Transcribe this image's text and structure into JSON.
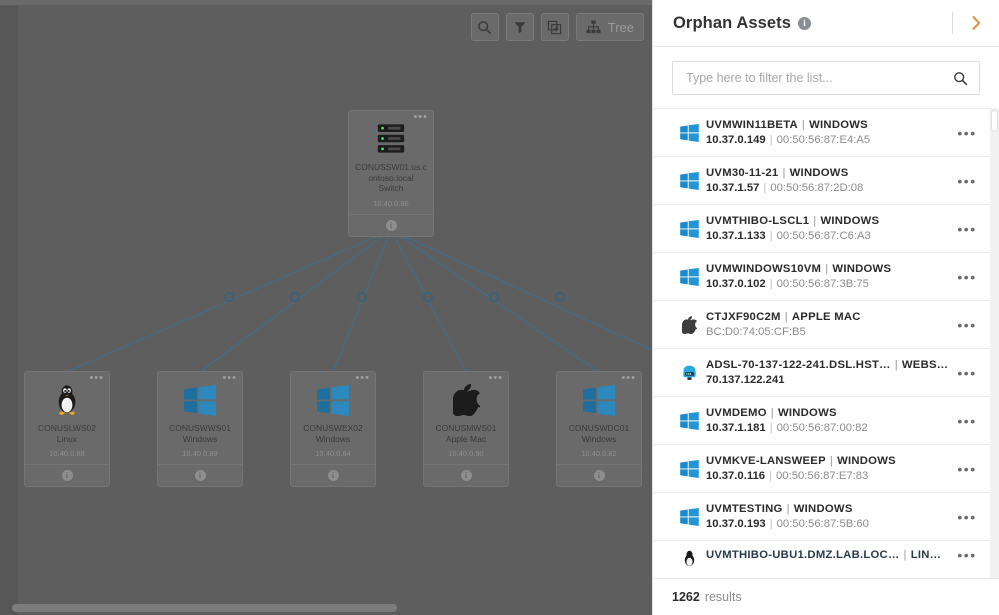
{
  "canvas": {
    "toolbar": [
      {
        "name": "search-icon",
        "label": ""
      },
      {
        "name": "filter-icon",
        "label": ""
      },
      {
        "name": "duplicate-icon",
        "label": ""
      },
      {
        "name": "tree-icon",
        "label": "Tree"
      }
    ],
    "root_node": {
      "name": "CONUSSW01.us.contoso.local",
      "type": "Switch",
      "ip": "10.40.0.86",
      "icon": "switch-icon",
      "menu": "•••",
      "info": "i"
    },
    "child_nodes": [
      {
        "name": "CONUSLWS02",
        "type": "Linux",
        "ip": "10.40.0.88",
        "icon": "linux-penguin-icon",
        "menu": "•••",
        "info": "i"
      },
      {
        "name": "CONUSWWS01",
        "type": "Windows",
        "ip": "10.40.0.89",
        "icon": "windows-icon",
        "menu": "•••",
        "info": "i"
      },
      {
        "name": "CONUSWEX02",
        "type": "Windows",
        "ip": "10.40.0.84",
        "icon": "windows-icon",
        "menu": "•••",
        "info": "i"
      },
      {
        "name": "CONUSMWS01",
        "type": "Apple Mac",
        "ip": "10.40.0.90",
        "icon": "apple-icon",
        "menu": "•••",
        "info": "i"
      },
      {
        "name": "CONUSWDC01",
        "type": "Windows",
        "ip": "10.40.0.82",
        "icon": "windows-icon",
        "menu": "•••",
        "info": "i"
      }
    ],
    "link_color": "#3d6f8e",
    "background_color": "#5e5e5e"
  },
  "panel": {
    "title": "Orphan Assets",
    "info_glyph": "i",
    "collapse_icon": "chevron-right-icon",
    "search": {
      "placeholder": "Type here to filter the list...",
      "value": "",
      "icon": "search-icon"
    },
    "rows": [
      {
        "name": "UVMWIN11BETA",
        "category": "WINDOWS",
        "ip": "10.37.0.149",
        "mac": "00:50:56:87:E4:A5",
        "icon": "windows-icon",
        "menu": "•••"
      },
      {
        "name": "UVM30-11-21",
        "category": "WINDOWS",
        "ip": "10.37.1.57",
        "mac": "00:50:56:87:2D:08",
        "icon": "windows-icon",
        "menu": "•••"
      },
      {
        "name": "UVMTHIBO-LSCL1",
        "category": "WINDOWS",
        "ip": "10.37.1.133",
        "mac": "00:50:56:87:C6:A3",
        "icon": "windows-icon",
        "menu": "•••"
      },
      {
        "name": "UVMWINDOWS10VM",
        "category": "WINDOWS",
        "ip": "10.37.0.102",
        "mac": "00:50:56:87:3B:75",
        "icon": "windows-icon",
        "menu": "•••"
      },
      {
        "name": "CTJXF90C2M",
        "category": "APPLE MAC",
        "ip": "",
        "mac": "BC:D0:74:05:CF:B5",
        "icon": "apple-icon",
        "menu": "•••"
      },
      {
        "name": "ADSL-70-137-122-241.DSL.HST…",
        "category": "WEBS…",
        "ip": "70.137.122.241",
        "mac": "",
        "icon": "webserver-icon",
        "menu": "•••"
      },
      {
        "name": "UVMDEMO",
        "category": "WINDOWS",
        "ip": "10.37.1.181",
        "mac": "00:50:56:87:00:82",
        "icon": "windows-icon",
        "menu": "•••"
      },
      {
        "name": "UVMKVE-LANSWEEP",
        "category": "WINDOWS",
        "ip": "10.37.0.116",
        "mac": "00:50:56:87:E7:83",
        "icon": "windows-icon",
        "menu": "•••"
      },
      {
        "name": "UVMTESTING",
        "category": "WINDOWS",
        "ip": "10.37.0.193",
        "mac": "00:50:56:87:5B:60",
        "icon": "windows-icon",
        "menu": "•••"
      },
      {
        "name": "UVMTHIBO-UBU1.DMZ.LAB.LOC…",
        "category": "LIN…",
        "ip": "",
        "mac": "",
        "icon": "linux-penguin-icon",
        "menu": "•••"
      }
    ],
    "footer": {
      "count": "1262",
      "label": "results"
    },
    "separator": "|"
  },
  "colors": {
    "windows_blue": "#1a8acb",
    "accent_line": "#3d6f8e",
    "canvas_bg": "#5e5e5e",
    "panel_bg": "#ffffff"
  }
}
